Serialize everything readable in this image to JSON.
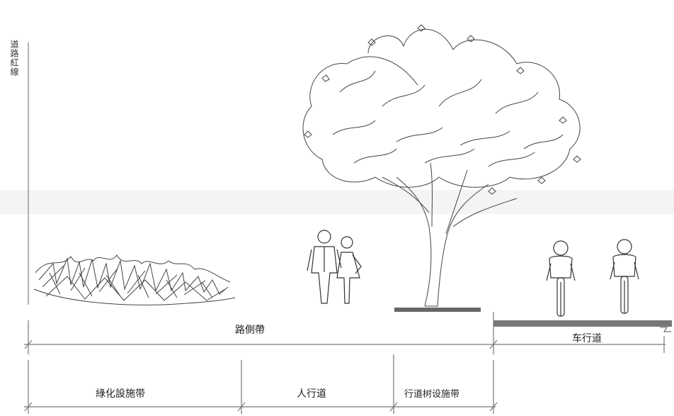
{
  "labels": {
    "vertical_left": "道路紅線",
    "side_belt": "路側帶",
    "carriageway": "车行道",
    "green_facility_belt": "綠化設施带",
    "sidewalk": "人行道",
    "street_tree_facility_belt": "行道树设施带"
  },
  "icons": [
    "shrub-icon",
    "pedestrian-couple-icon",
    "street-tree-icon",
    "cyclist-icon"
  ]
}
